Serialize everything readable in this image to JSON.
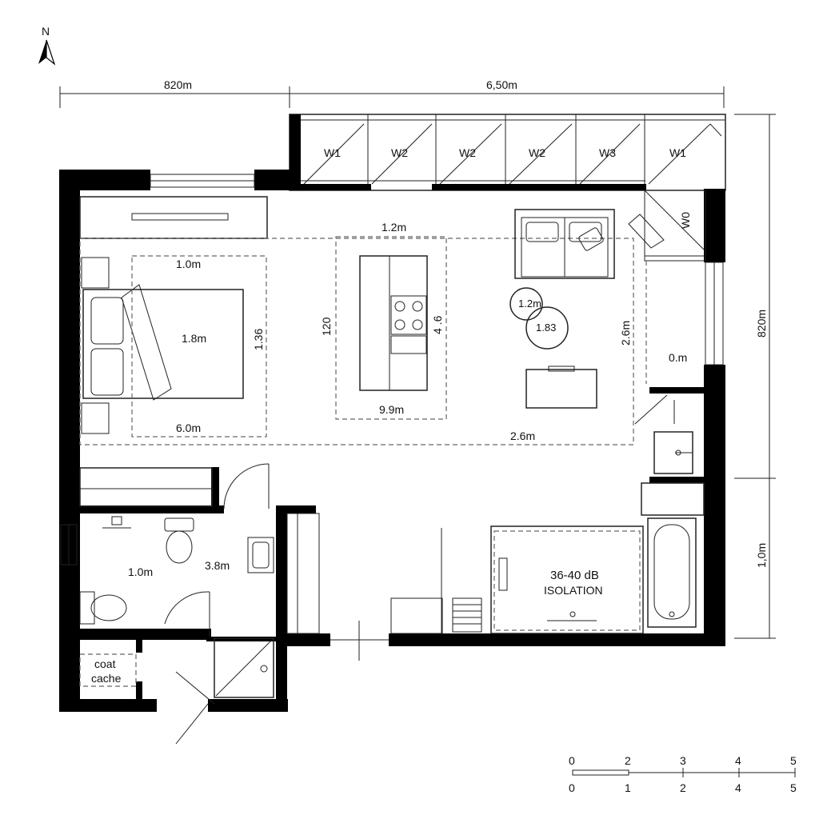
{
  "north": {
    "label": "N"
  },
  "dimensions": {
    "top_left": "820m",
    "top_right": "6,50m",
    "right_upper": "820m",
    "right_lower": "1,0m"
  },
  "windows": [
    "W1",
    "W2",
    "W2",
    "W2",
    "W3",
    "W1"
  ],
  "window_side": "W0",
  "bedroom": {
    "width_top": "1.0m",
    "bed_label": "1.8m",
    "height_right": "1.36",
    "width_bottom": "6.0m"
  },
  "kitchen": {
    "top": "1.2m",
    "left": "120",
    "right": "4 .6",
    "bottom": "9.9m"
  },
  "living": {
    "circle_a": "1.2m",
    "circle_b": "1.83",
    "vertical": "2.6m",
    "bottom": "2.6m",
    "side": "0.m"
  },
  "bathroom": {
    "left": "1.0m",
    "right": "3.8m"
  },
  "coat": {
    "line1": "coat",
    "line2": "cache"
  },
  "isolation": {
    "line1": "36-40 dB",
    "line2": "ISOLATION"
  },
  "scale": {
    "top": [
      "0",
      "2",
      "3",
      "4",
      "5"
    ],
    "bottom": [
      "0",
      "1",
      "2",
      "4",
      "5"
    ]
  }
}
